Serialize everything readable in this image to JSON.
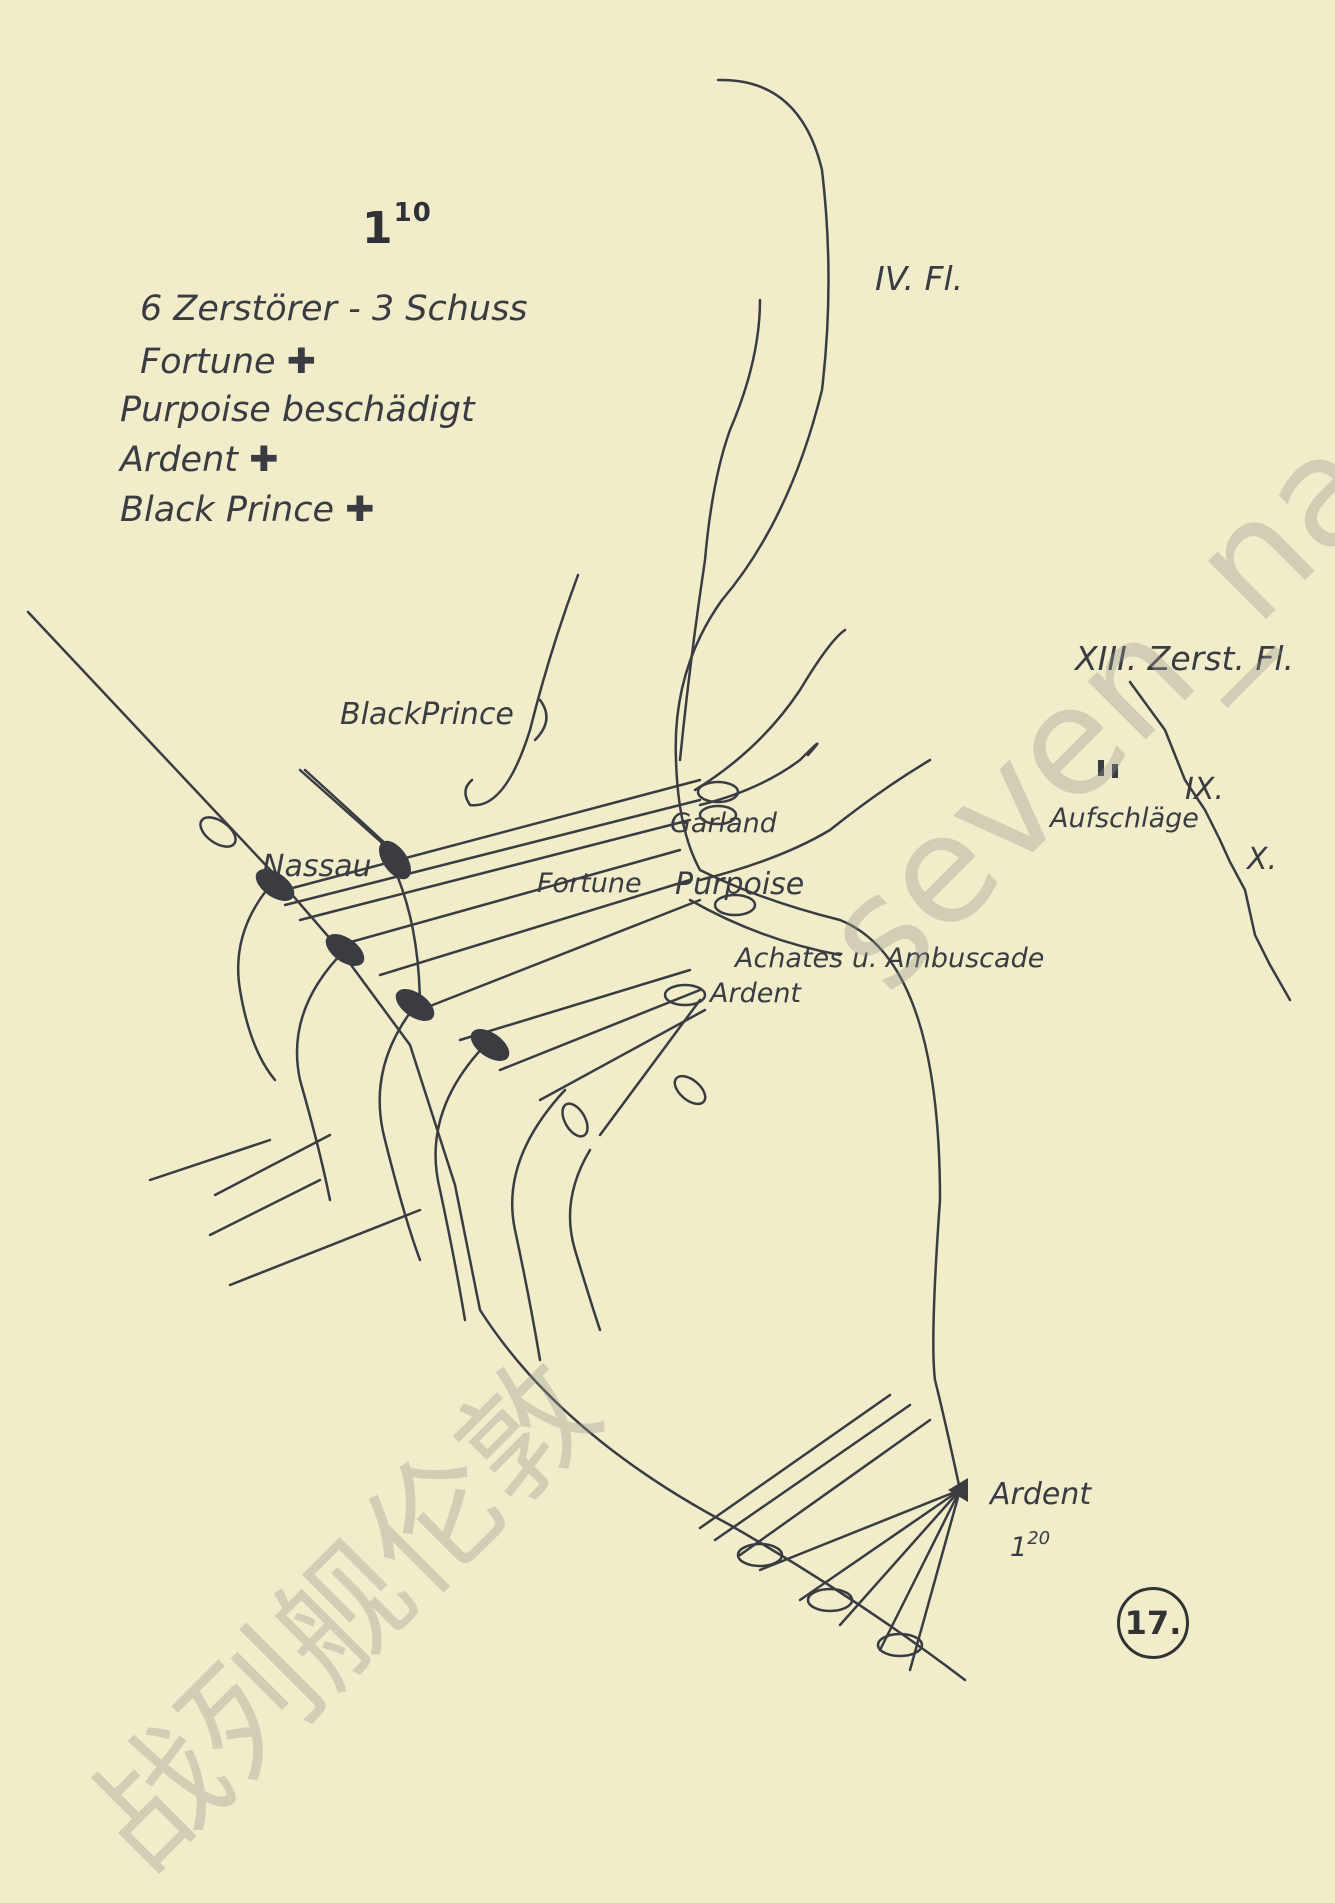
{
  "header": {
    "time": "1",
    "time_sup": "10",
    "notes": [
      "6 Zerstörer - 3 Schuss",
      "Fortune ✚",
      "Purpoise beschädigt",
      "Ardent ✚",
      "Black Prince ✚"
    ]
  },
  "labels": {
    "fleet_iv": "IV. Fl.",
    "fleet_xiii": "XIII. Zerst. Fl.",
    "fleet_ix": "IX.",
    "fleet_x": "X.",
    "aufschlaege": "Aufschläge",
    "black_prince": "BlackPrince",
    "nassau": "Nassau",
    "garland": "Garland",
    "fortune": "Fortune",
    "purpoise": "Purpoise",
    "achates": "Achates u. Ambuscade",
    "ardent": "Ardent",
    "ardent_sunk": "Ardent",
    "ardent_time": "1",
    "ardent_time_sup": "20"
  },
  "figure_number": "17.",
  "watermark": {
    "latin": "seven_nana",
    "cjk": "战列舰伦敦"
  },
  "colors": {
    "paper": "#f1edcb",
    "ink": "#3a3c42",
    "watermark": "#9a9a90"
  }
}
